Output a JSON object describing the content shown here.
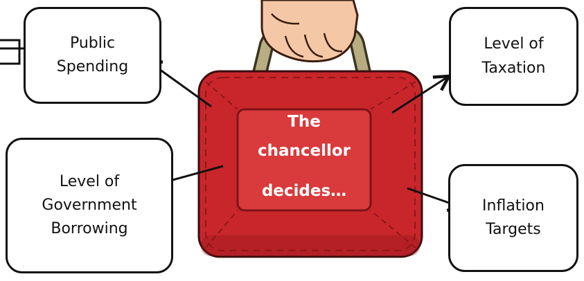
{
  "center": {
    "lines": [
      "The",
      "chancellor",
      "decides…"
    ]
  },
  "boxes": {
    "public_spending": {
      "lines": [
        "Public",
        "Spending"
      ]
    },
    "taxation": {
      "lines": [
        "Level of",
        "Taxation"
      ]
    },
    "borrowing": {
      "lines": [
        "Level of",
        "Government",
        "Borrowing"
      ]
    },
    "inflation": {
      "lines": [
        "Inflation",
        "Targets"
      ]
    }
  },
  "colors": {
    "case": "#c8262b",
    "case_dark": "#8e1719",
    "case_inner": "#d93a3c",
    "handle": "#b7ac82",
    "skin": "#f4c8a6"
  },
  "icons": [
    "fist-icon",
    "red-budget-case-icon"
  ]
}
